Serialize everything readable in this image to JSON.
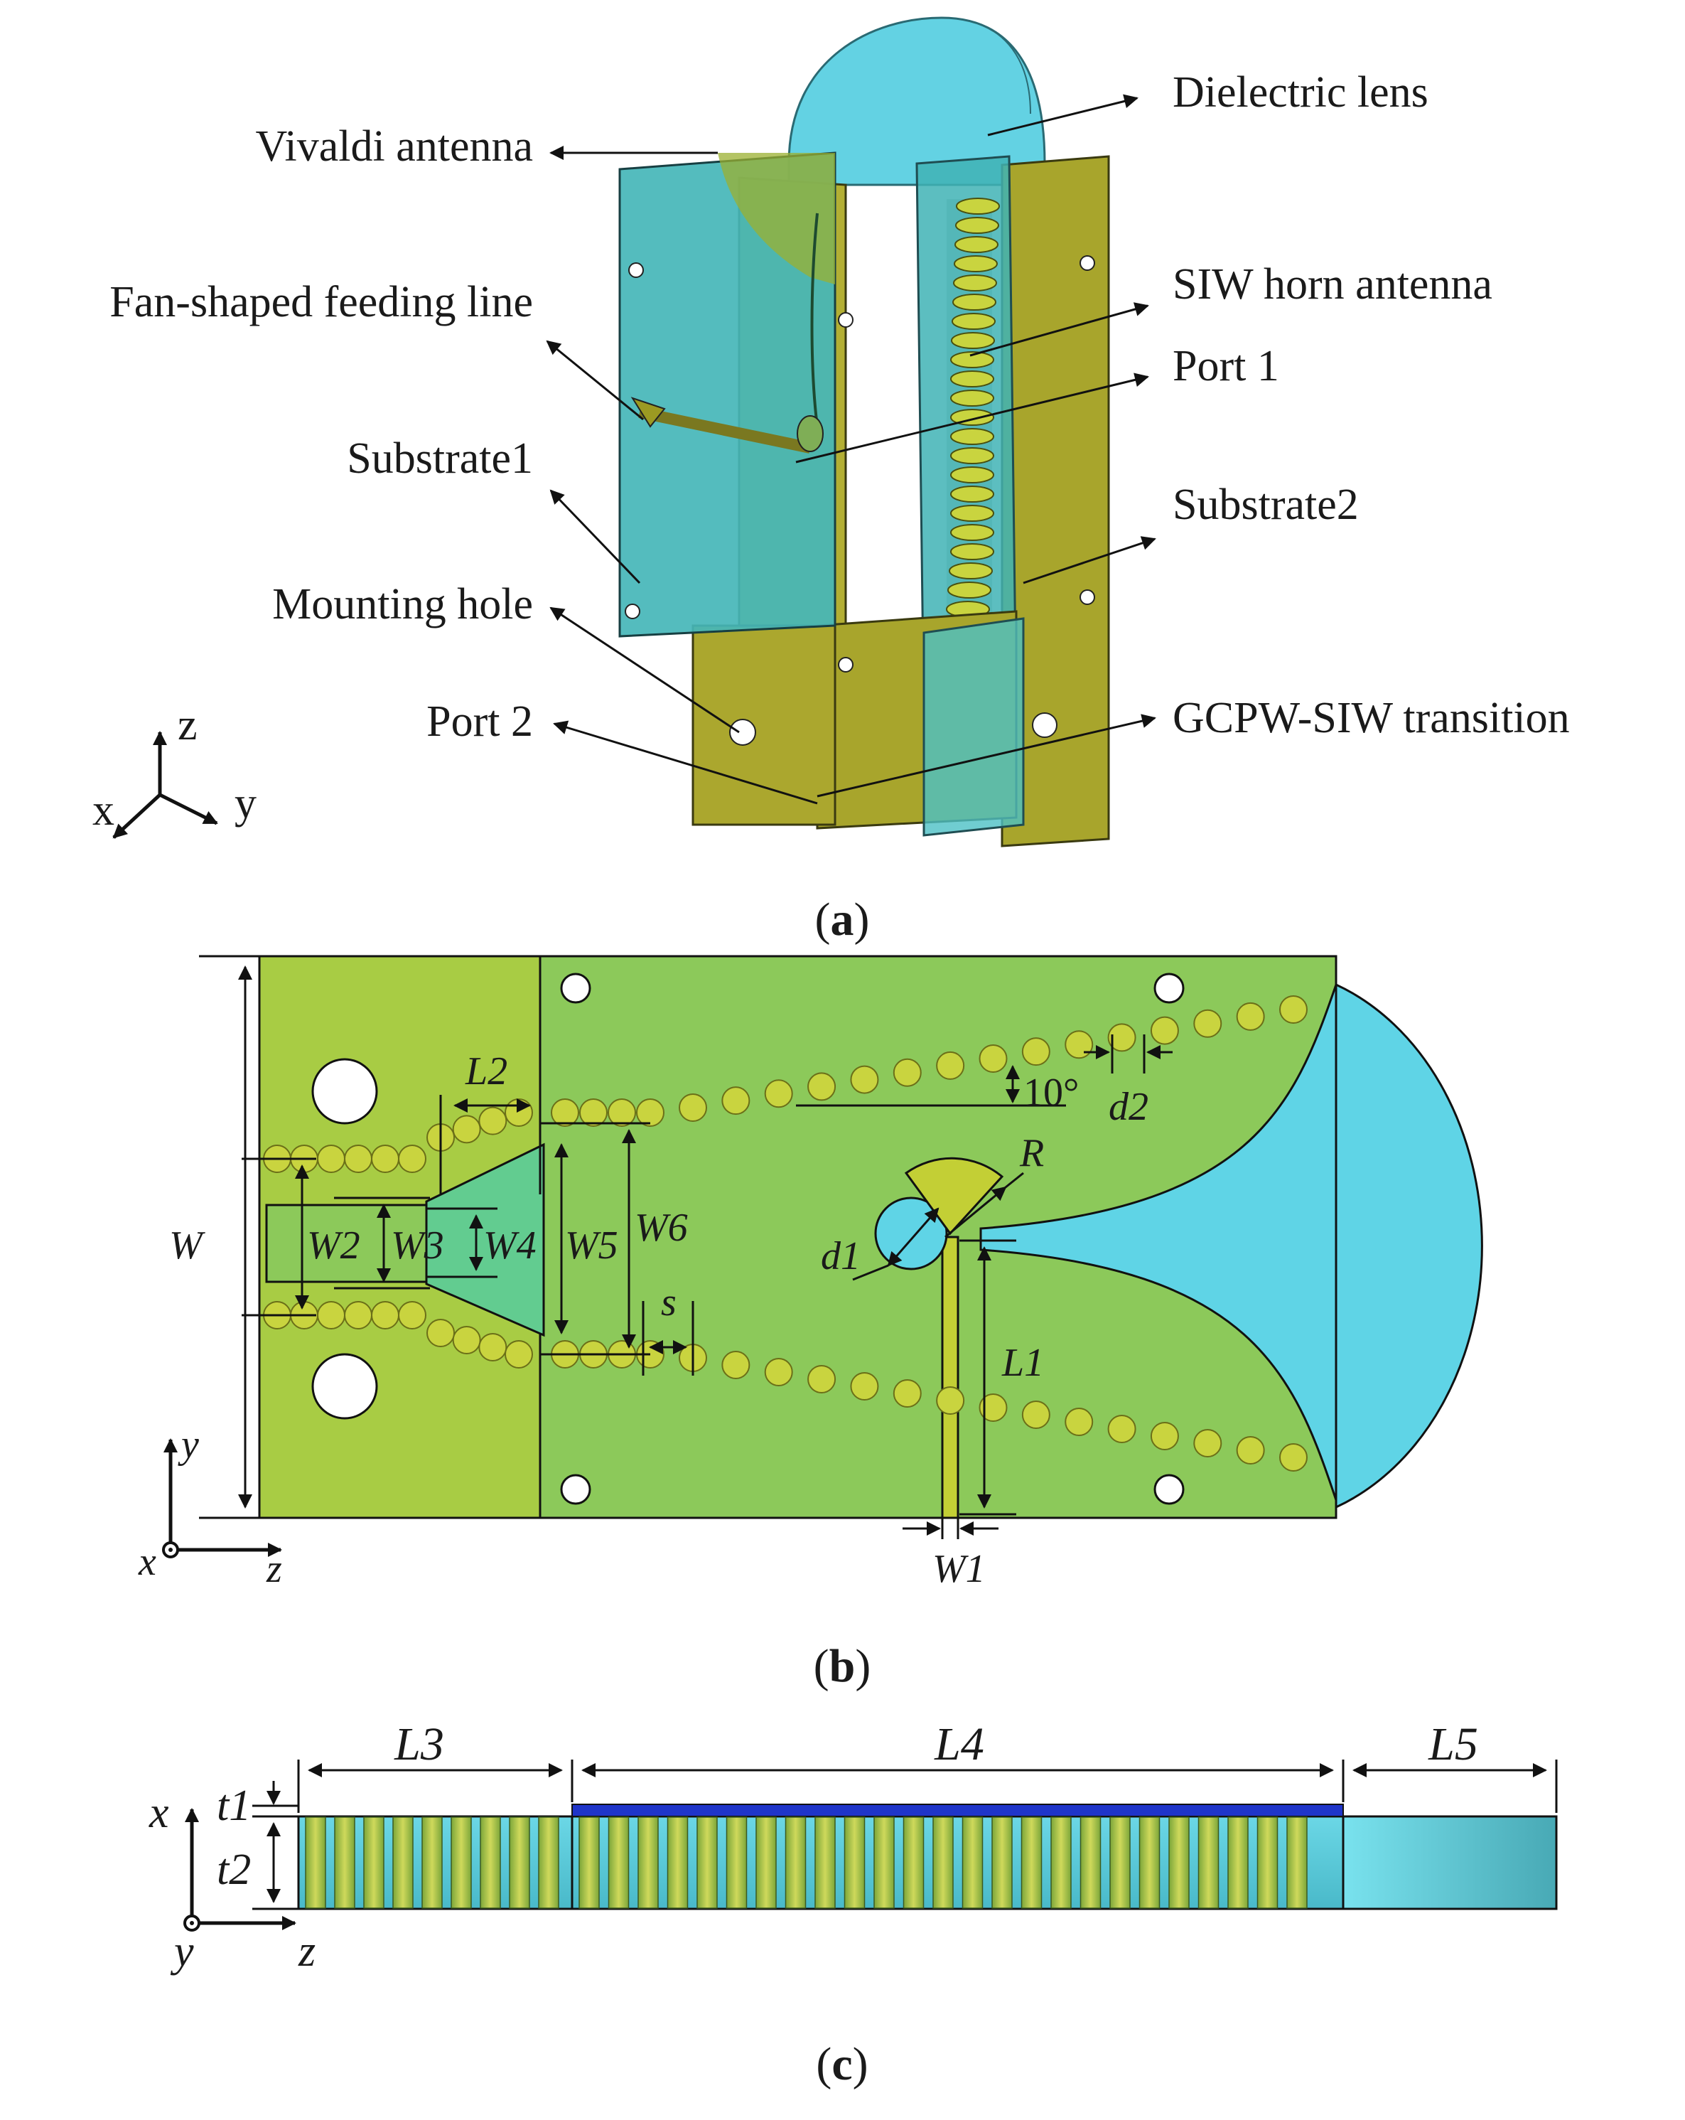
{
  "panel_a": {
    "caption": "(a)",
    "letter": "a",
    "labels": {
      "vivaldi": "Vivaldi antenna",
      "fan_feed": "Fan-shaped feeding line",
      "substrate1": "Substrate1",
      "mounting_hole": "Mounting hole",
      "port2": "Port 2",
      "lens": "Dielectric lens",
      "siw_horn": "SIW horn antenna",
      "port1": "Port 1",
      "substrate2": "Substrate2",
      "transition": "GCPW-SIW transition"
    },
    "axes": {
      "z": "z",
      "x": "x",
      "y": "y"
    }
  },
  "panel_b": {
    "caption": "(b)",
    "letter": "b",
    "dims": {
      "L2": "L2",
      "W": "W",
      "W2": "W2",
      "W3": "W3",
      "W4": "W4",
      "W5": "W5",
      "W6": "W6",
      "s": "s",
      "angle": "10°",
      "d2": "d2",
      "R": "R",
      "d1": "d1",
      "L1": "L1",
      "W1": "W1"
    },
    "axes": {
      "y": "y",
      "x": "x",
      "z": "z"
    }
  },
  "panel_c": {
    "caption": "(c)",
    "letter": "c",
    "dims": {
      "L3": "L3",
      "L4": "L4",
      "L5": "L5",
      "t1": "t1",
      "t2": "t2"
    },
    "axes": {
      "x": "x",
      "y": "y",
      "z": "z"
    }
  },
  "colors": {
    "substrate_green": "#8cc95a",
    "substrate_left": "#a8cc44",
    "metal_olive": "#a6a22a",
    "via_fill": "#c9d43f",
    "cyan": "#5fd4e6",
    "teal_sheet": "#3fb1b3",
    "dark_blue": "#1f35c9"
  }
}
